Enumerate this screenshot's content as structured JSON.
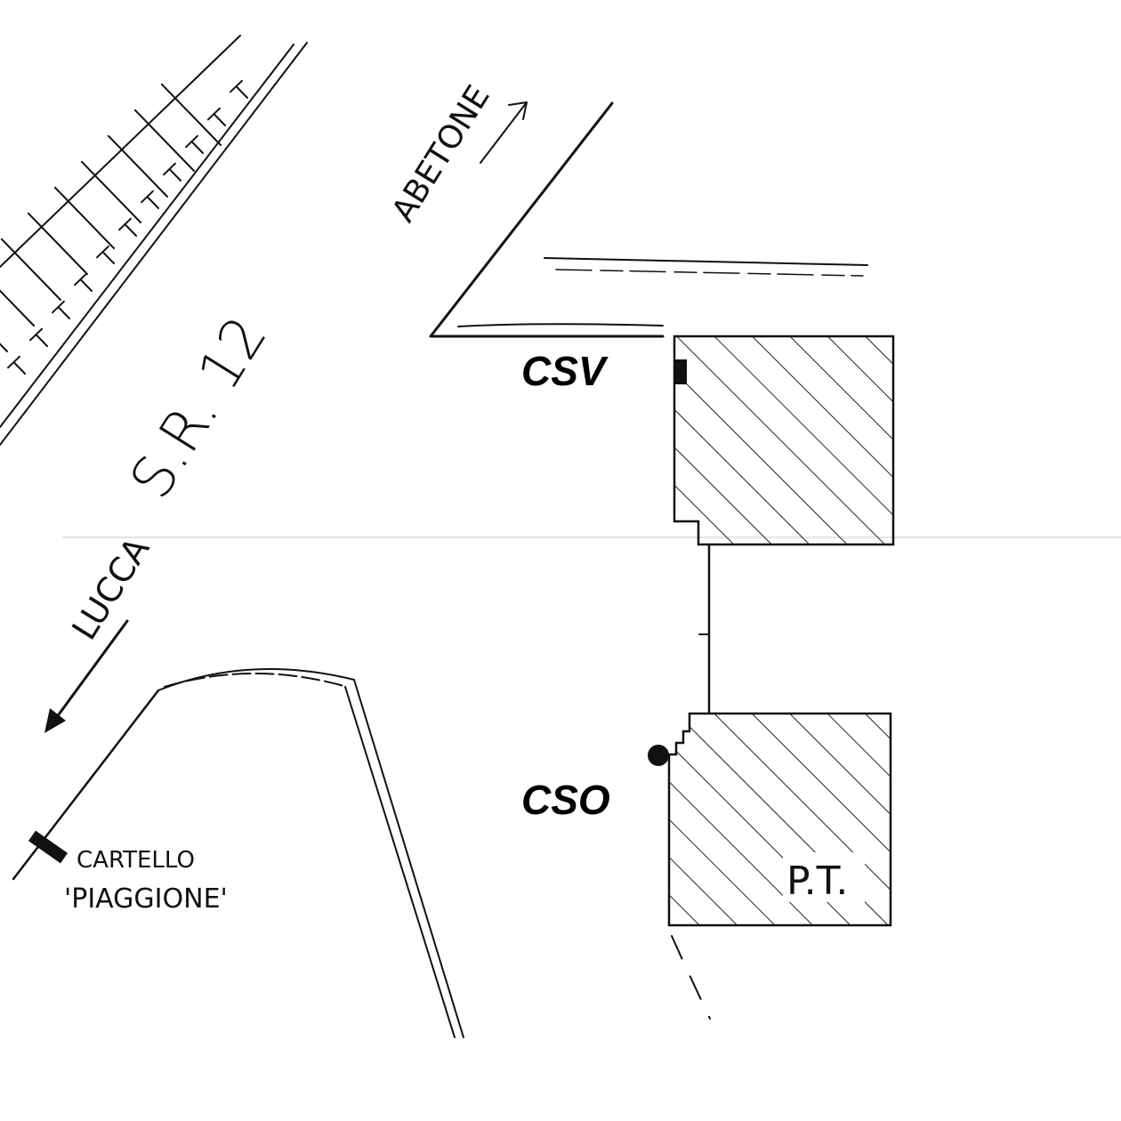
{
  "labels": {
    "abetone": "ABETONE",
    "road": "S.R. 12",
    "lucca": "LUCCA",
    "sign_line1": "CARTELLO",
    "sign_line2": "'PIAGGIONE'",
    "csv": "CSV",
    "cso": "CSO",
    "pt": "P.T."
  },
  "colors": {
    "ink": "#111111",
    "hatch": "#222222",
    "fold_line": "#c8c8c8"
  }
}
